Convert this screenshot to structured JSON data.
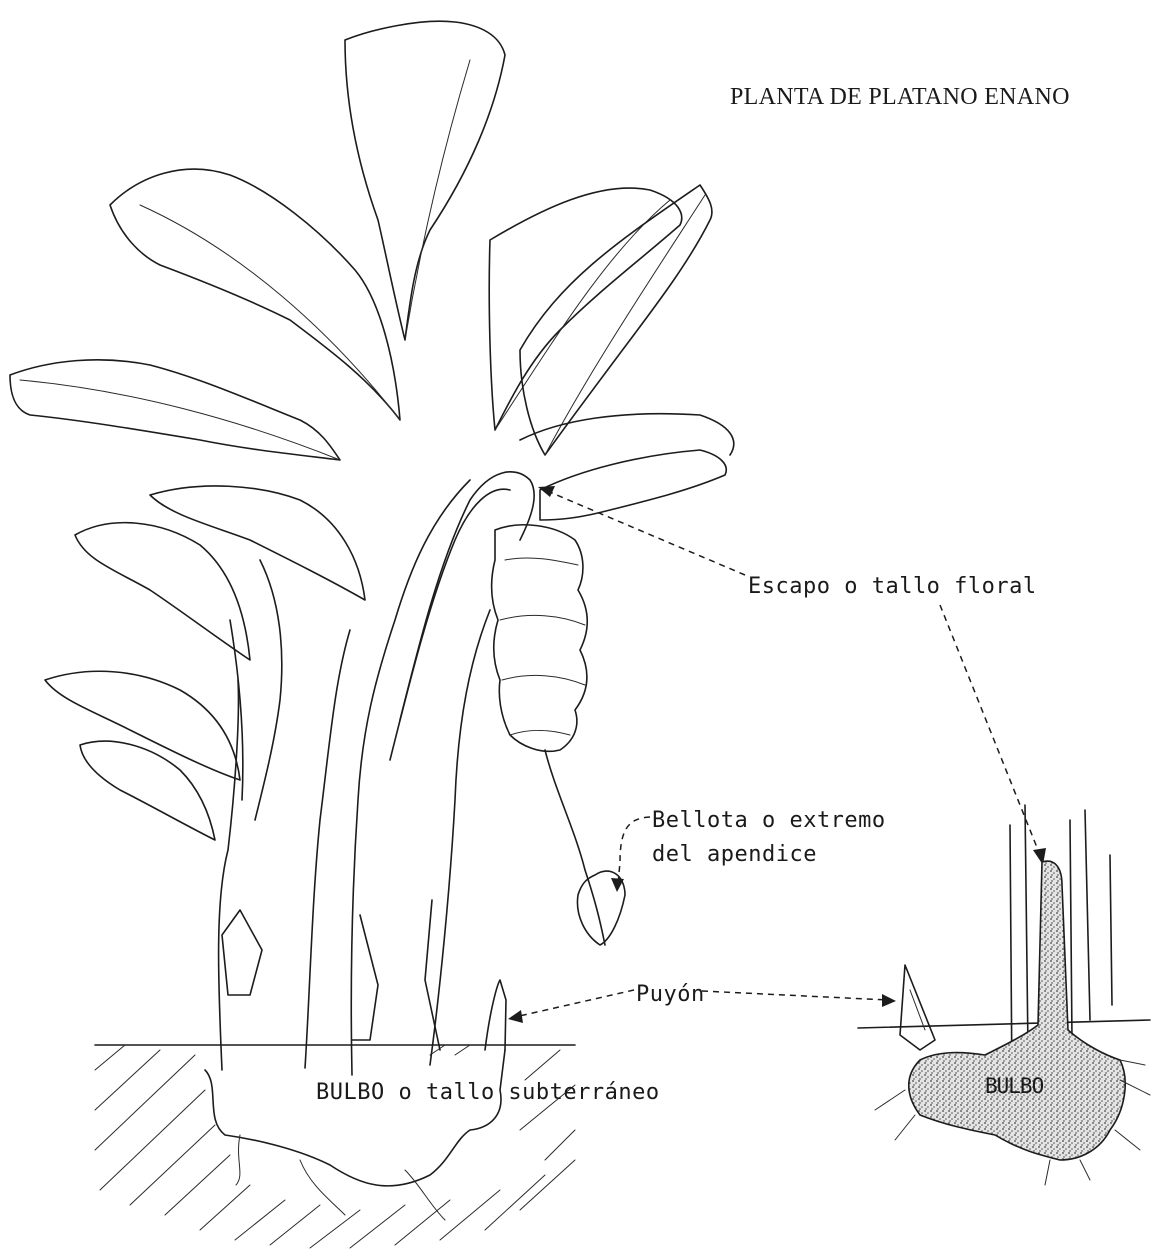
{
  "title": "PLANTA DE PLATANO ENANO",
  "labels": {
    "escapo": "Escapo o tallo floral",
    "bellota_line1": "Bellota o extremo",
    "bellota_line2": "del apendice",
    "puyon": "Puyón",
    "bulbo_main": "BULBO o tallo subterráneo",
    "bulbo_detail": "BULBO"
  },
  "colors": {
    "ink": "#1c1c1c",
    "bulb_fill": "#bdbdbd",
    "paper": "#ffffff"
  }
}
